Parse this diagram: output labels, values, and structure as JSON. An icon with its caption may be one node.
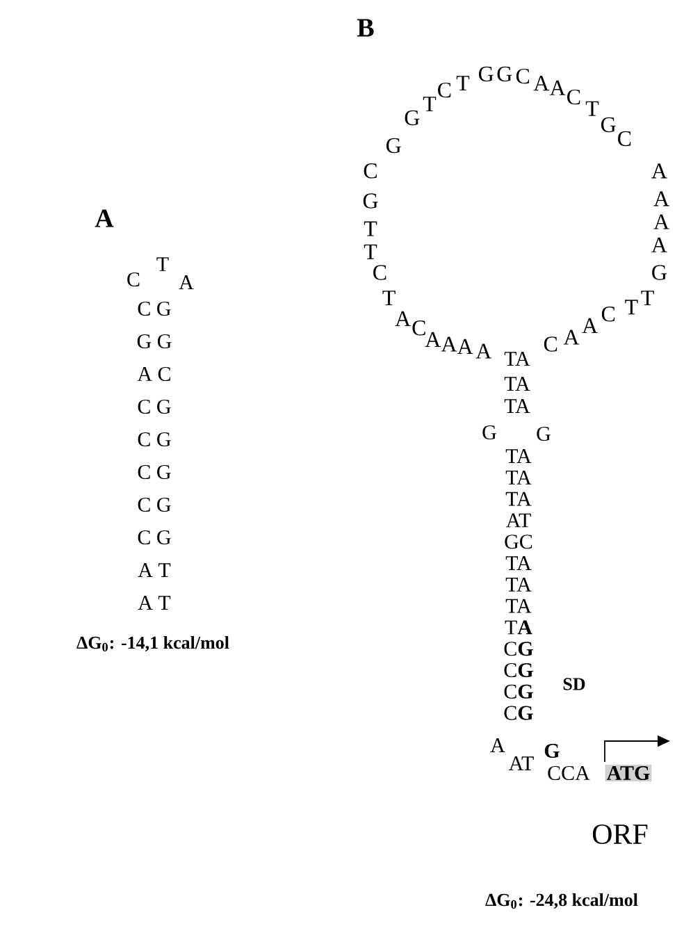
{
  "diagram": {
    "labels": [
      "A",
      "T",
      "C",
      "A",
      "C G",
      "G G",
      "A C",
      "C G",
      "C G",
      "C G",
      "C G",
      "C G",
      "A T",
      "A T",
      "ΔG$_{0}$: -14,1 kcal/mol",
      "B",
      "A",
      "A",
      "A",
      "A",
      "C",
      "A",
      "T",
      "C",
      "T",
      "T",
      "G",
      "C",
      "G",
      "G",
      "T",
      "C",
      "T",
      "G",
      "G",
      "C",
      "A",
      "A",
      "C",
      "T",
      "G",
      "C",
      "A",
      "A",
      "A",
      "A",
      "G",
      "T",
      "T",
      "C",
      "A",
      "A",
      "C",
      "TA",
      "TA",
      "TA",
      "G",
      "G",
      "TA",
      "TA",
      "TA",
      "AT",
      "GC",
      "TA",
      "TA",
      "TA",
      "T**A**",
      "C**G**",
      "C**G**",
      "C**G**",
      "C**G**",
      "SD",
      "A",
      "G",
      "AT",
      "CCA",
      "ATG",
      "ORF",
      "ΔG$_{0}$: -24,8 kcal/mol"
    ]
  }
}
